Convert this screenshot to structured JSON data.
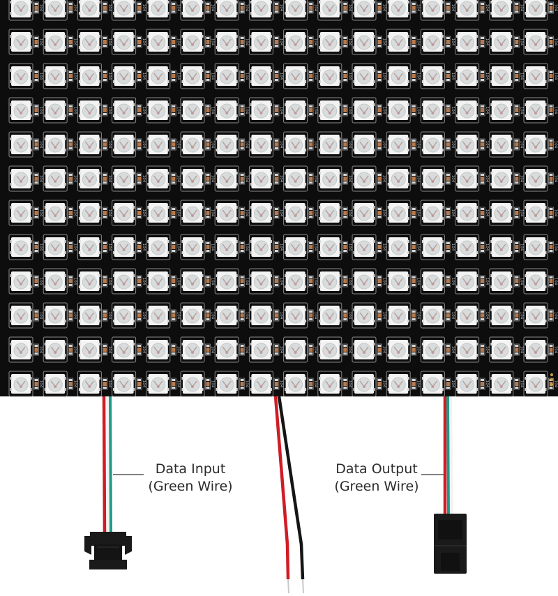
{
  "labels": {
    "data_input": {
      "line1": "Data Input",
      "line2": "(Green Wire)"
    },
    "data_output": {
      "line1": "Data Output",
      "line2": "(Green Wire)"
    },
    "resistor_marking": "104"
  },
  "matrix": {
    "columns": 16,
    "rows": 12
  },
  "colors": {
    "pcb": "#0d0d0d",
    "led_body": "#f3f3f3",
    "led_lens": "#d9dcdc",
    "trace_outline": "#8a8a8a",
    "capacitor": "#b8784a",
    "wire_red": "#d01c26",
    "wire_green": "#1f9a86",
    "wire_white": "#f2f2f2",
    "wire_black": "#151515",
    "wire_tip": "#c9c9c9",
    "connector": "#1a1a1a",
    "leader_line": "#555555"
  },
  "icons": {
    "led": "smd-led-5050",
    "connector_female": "jst-sm-female-connector",
    "connector_male": "jst-sm-male-connector"
  }
}
